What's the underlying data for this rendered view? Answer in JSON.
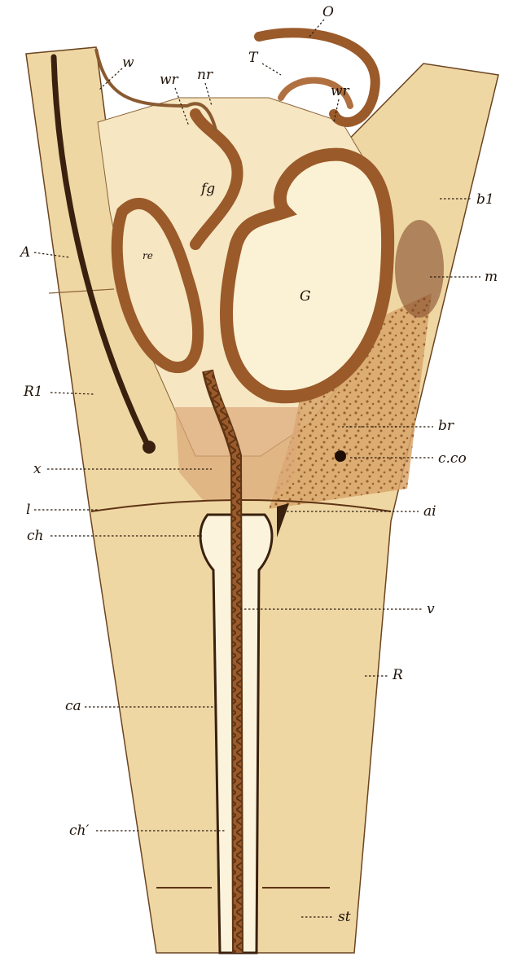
{
  "colors": {
    "background": "#ffffff",
    "tissue": "#efd7a4",
    "tissue_light": "#f6e6c2",
    "wall_brown": "#9a5a2a",
    "wall_dark": "#5e3414",
    "dark_stripe": "#3a200e",
    "speckle": "#8a4a1c",
    "ink": "#1e1208"
  },
  "labels": {
    "O": "O",
    "T": "T",
    "w": "w",
    "wr_left": "wr",
    "nr": "nr",
    "wr_right": "wr",
    "fg": "fg",
    "re": "re",
    "G": "G",
    "b1": "b1",
    "A": "A",
    "m": "m",
    "R1": "R1",
    "br": "br",
    "cco": "c.co",
    "x": "x",
    "l": "l",
    "ai": "ai",
    "ch": "ch",
    "v": "v",
    "R": "R",
    "ca": "ca",
    "ch_prime": "ch′",
    "st": "st"
  }
}
